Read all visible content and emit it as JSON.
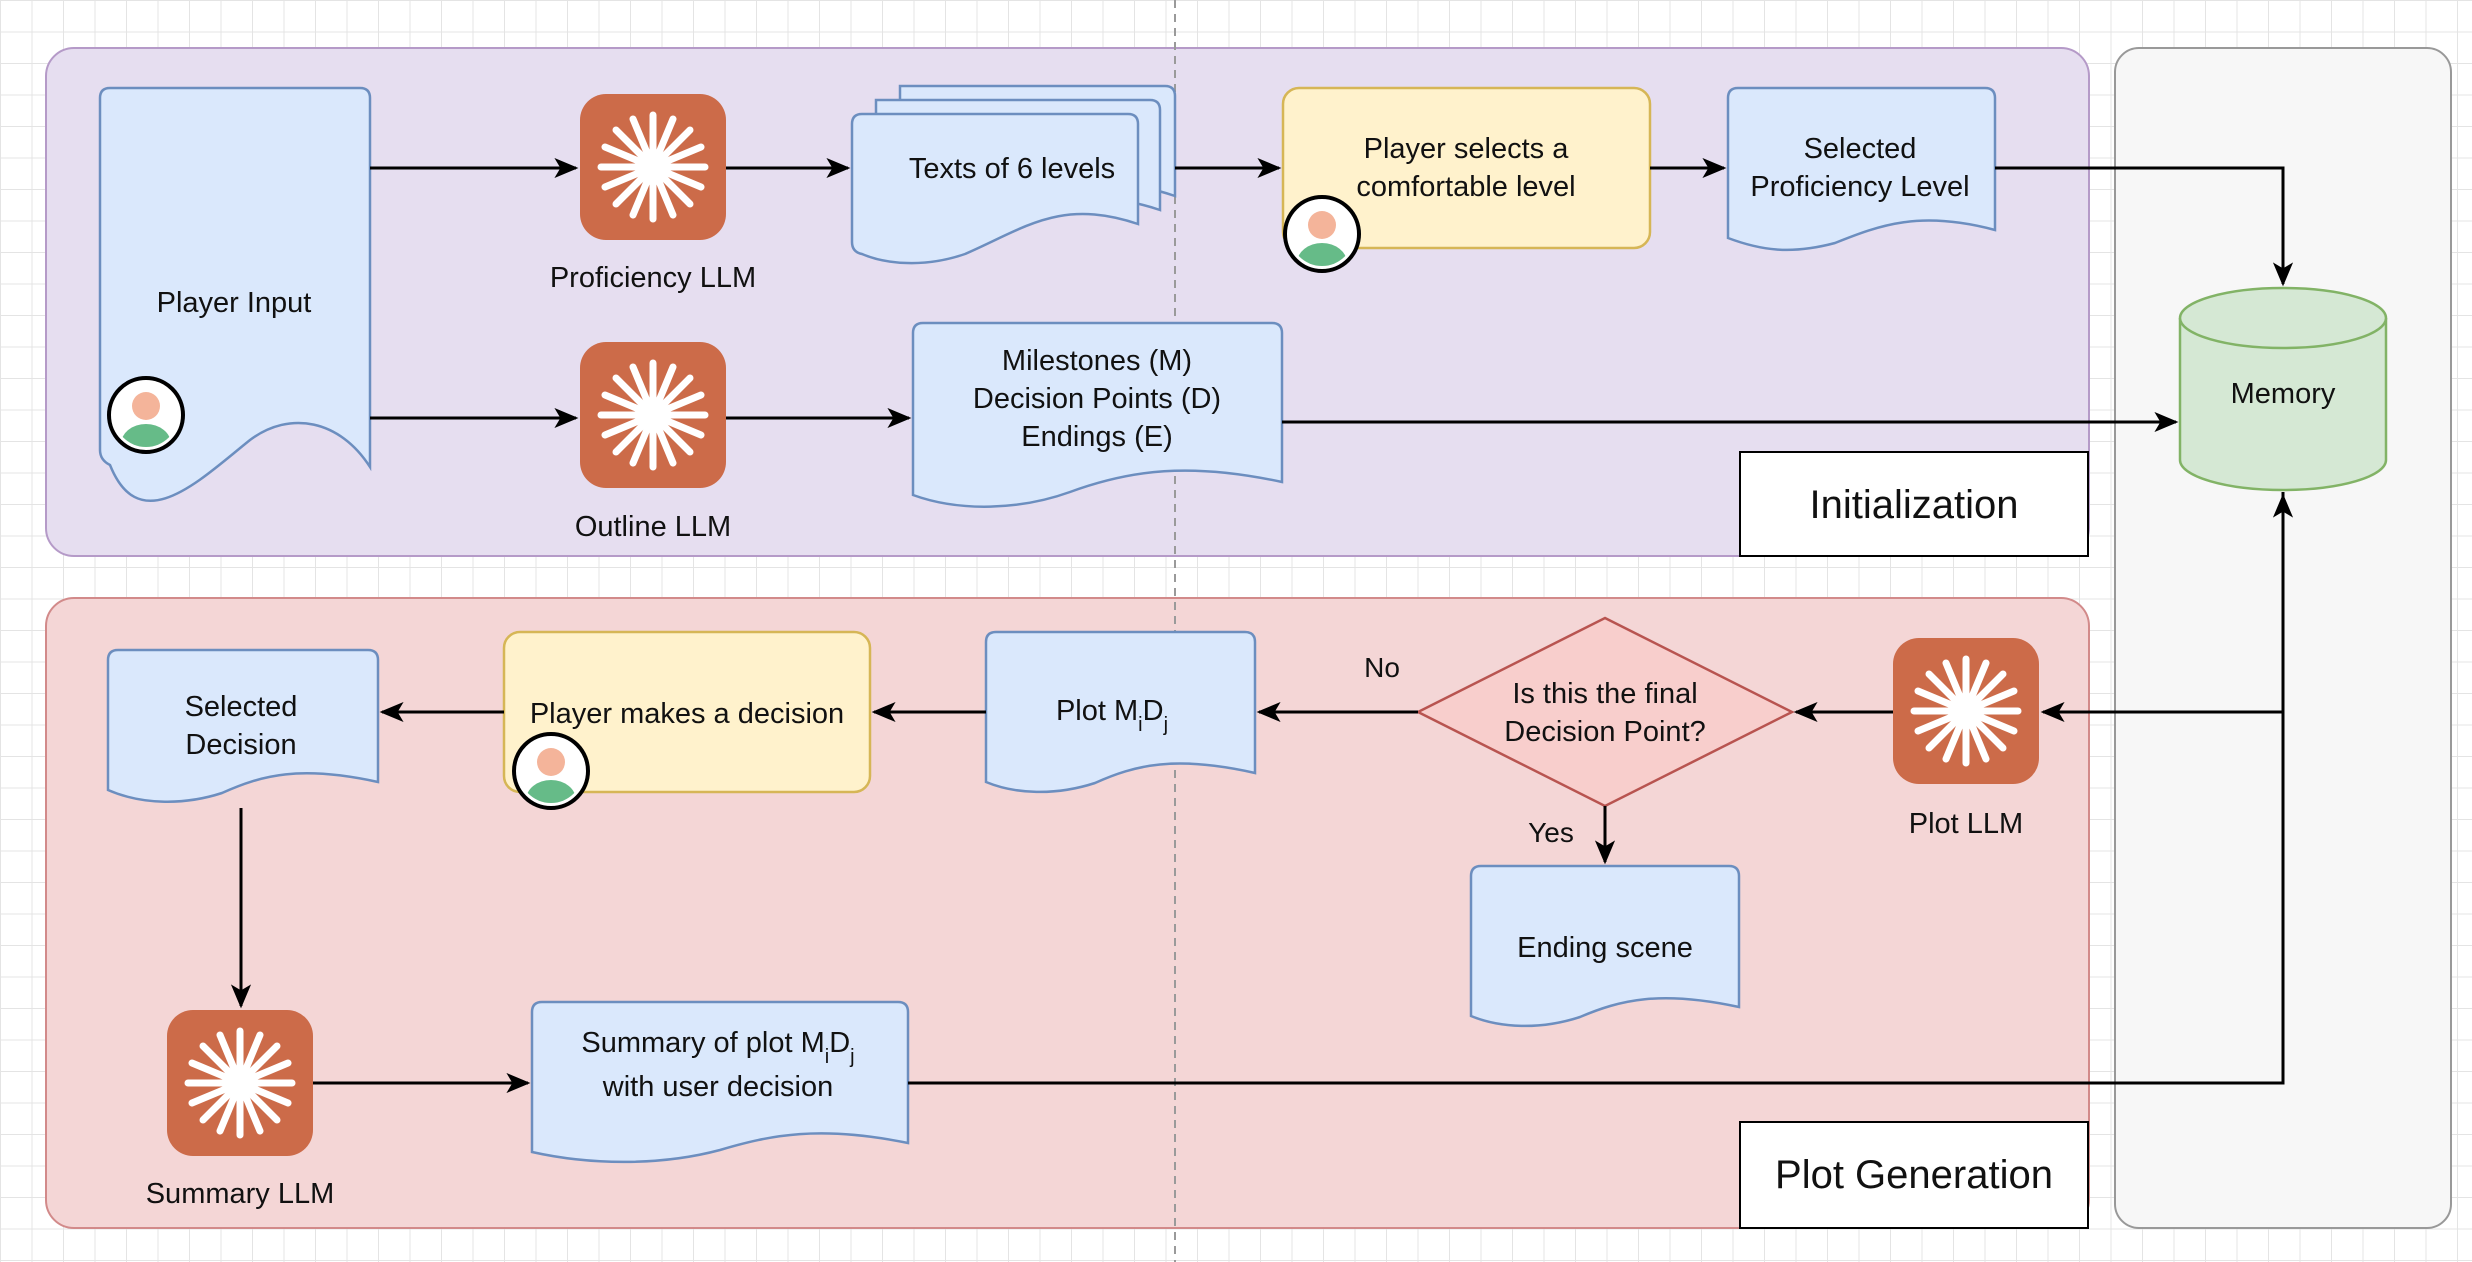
{
  "groups": {
    "initialization": "Initialization",
    "plot_generation": "Plot Generation"
  },
  "nodes": {
    "player_input": "Player Input",
    "proficiency_llm": "Proficiency LLM",
    "outline_llm": "Outline LLM",
    "texts_levels": "Texts of 6 levels",
    "player_selects_1": "Player selects a",
    "player_selects_2": "comfortable level",
    "selected_prof_1": "Selected",
    "selected_prof_2": "Proficiency Level",
    "outline_1": "Milestones (M)",
    "outline_2": "Decision Points (D)",
    "outline_3": "Endings (E)",
    "memory": "Memory",
    "plot_llm": "Plot LLM",
    "decision_1": "Is this the final",
    "decision_2": "Decision Point?",
    "no_label": "No",
    "yes_label": "Yes",
    "ending_scene": "Ending scene",
    "plot_prefix": "Plot M",
    "plot_sub_i": "i",
    "plot_mid": "D",
    "plot_sub_j": "j",
    "player_decision": "Player makes a decision",
    "selected_dec_1": "Selected",
    "selected_dec_2": "Decision",
    "summary_llm": "Summary LLM",
    "summary_prefix": "Summary of plot M",
    "summary_sub_i": "i",
    "summary_mid": "D",
    "summary_sub_j": "j",
    "summary_2": "with user decision"
  },
  "icons": {
    "llm": "llm-burst-icon",
    "user": "user-avatar-icon"
  },
  "colors": {
    "init_fill": "#e6def0",
    "plot_fill": "#f4d6d6",
    "doc_fill": "#dae8fc",
    "doc_stroke": "#6c8ebf",
    "user_fill": "#fff2cc",
    "user_stroke": "#d6b656",
    "llm_fill": "#cc6b49",
    "memory_fill": "#d5e8d4",
    "memory_stroke": "#82b366",
    "decision_fill": "#f8cecc",
    "decision_stroke": "#b85450"
  }
}
